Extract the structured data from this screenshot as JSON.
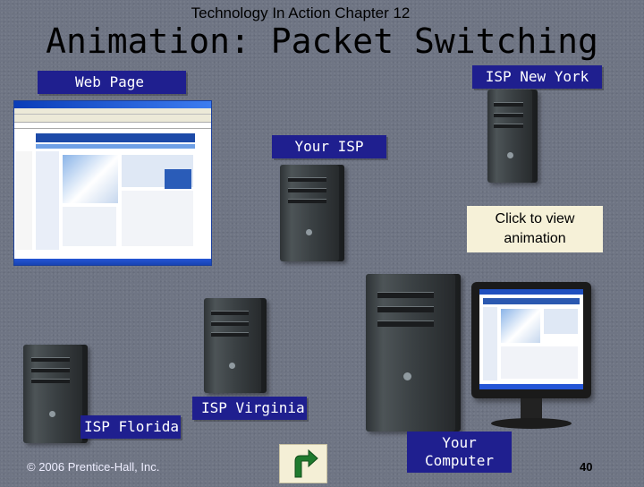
{
  "header": {
    "chapter": "Technology In Action Chapter 12",
    "title": "Animation: Packet Switching"
  },
  "labels": {
    "web_page": "Web Page",
    "isp_new_york": "ISP New York",
    "your_isp": "Your ISP",
    "isp_virginia": "ISP Virginia",
    "isp_florida": "ISP Florida",
    "your_computer_line1": "Your",
    "your_computer_line2": "Computer"
  },
  "actions": {
    "click_to_view_line1": "Click to view",
    "click_to_view_line2": "animation"
  },
  "footer": {
    "copyright": "© 2006 Prentice-Hall, Inc.",
    "page_number": "40"
  },
  "icons": {
    "back": "return-arrow-icon",
    "server": "tower-server-icon",
    "computer": "monitor-icon",
    "browser": "browser-window-icon"
  },
  "colors": {
    "label_bg": "#1f1f8f",
    "slide_bg": "#6f7584",
    "callout_bg": "#f6f1d8"
  }
}
